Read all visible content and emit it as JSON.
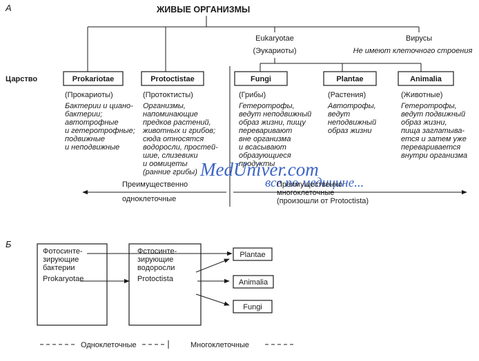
{
  "section_a": {
    "label": "А",
    "title": "ЖИВЫЕ ОРГАНИЗМЫ",
    "eukaryotae": "Eukaryotae",
    "eukaryotae_ru": "(Эукариоты)",
    "viruses": "Вирусы",
    "viruses_note": "Не имеют клеточного строения",
    "kingdom_label": "Царство",
    "kingdoms": [
      {
        "name": "Prokariotae",
        "ru": "(Прокариоты)",
        "desc": [
          "Бактерии и циано-",
          "бактерии;",
          "автотрофные",
          "и гетеротрофные;",
          "подвижные",
          "и неподвижные"
        ]
      },
      {
        "name": "Protoctistae",
        "ru": "(Протоктисты)",
        "desc": [
          "Организмы,",
          "напоминающие",
          "предков растений,",
          "животных и грибов;",
          "сюда относятся",
          "водоросли, простей-",
          "шие, слизевики",
          "и оомицеты",
          "(ранние грибы)"
        ]
      },
      {
        "name": "Fungi",
        "ru": "(Грибы)",
        "desc": [
          "Гетеротрофы,",
          "ведут неподвижный",
          "образ жизни, пищу",
          "переваривают",
          "вне организма",
          "и всасывают",
          "образующиеся",
          "продукты"
        ]
      },
      {
        "name": "Plantae",
        "ru": "(Растения)",
        "desc": [
          "Автотрофы,",
          "ведут",
          "неподвижный",
          "образ жизни"
        ]
      },
      {
        "name": "Animalia",
        "ru": "(Животные)",
        "desc": [
          "Гетеротрофы,",
          "ведут подвижный",
          "образ жизни,",
          "пища заглатыва-",
          "ется и затем уже",
          "переваривается",
          "внутри организма"
        ]
      }
    ],
    "unicellular": [
      "Преимущественно",
      "одноклеточные"
    ],
    "multicellular": [
      "Преимущественно",
      "многоклеточные",
      "(произошли от Protoctista)"
    ]
  },
  "watermark": {
    "line1": "MedUniver.com",
    "line2": "все по медицине..."
  },
  "section_b": {
    "label": "Б",
    "box1": [
      "Фотосинте-",
      "зирующие",
      "бактерии",
      "Prokaryotae"
    ],
    "box2": [
      "Фстосинте-",
      "зирующие",
      "водоросли",
      "Protoctista"
    ],
    "targets": [
      "Plantae",
      "Animalia",
      "Fungi"
    ],
    "unicellular": "Одноклеточные",
    "multicellular": "Многоклеточные"
  }
}
